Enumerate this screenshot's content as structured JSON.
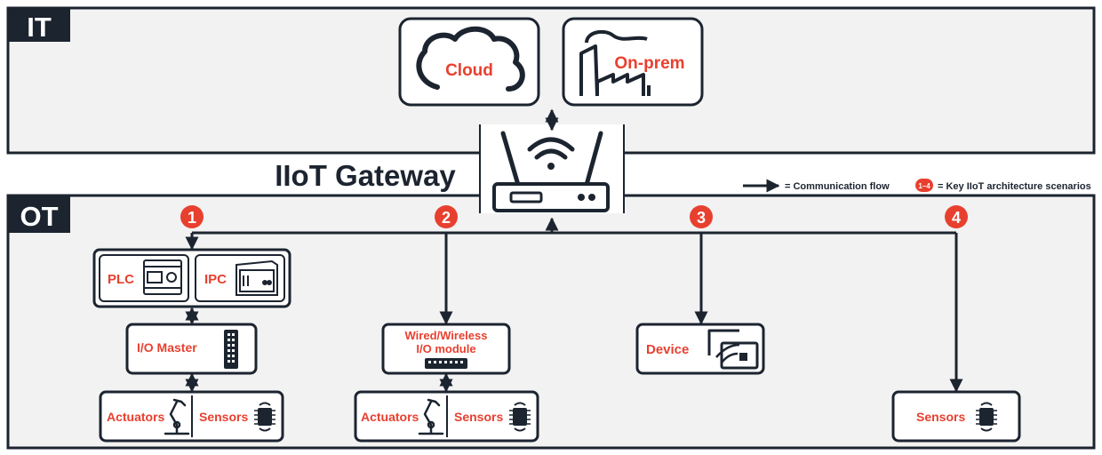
{
  "it": {
    "label": "IT"
  },
  "ot": {
    "label": "OT"
  },
  "targets": {
    "cloud": "Cloud",
    "onprem": "On-prem"
  },
  "gateway": {
    "label": "IIoT Gateway"
  },
  "legend": {
    "flow_text": "= Communication flow",
    "badge_text": "1–4",
    "scenarios_text": "= Key IIoT architecture scenarios"
  },
  "scenarios": [
    "1",
    "2",
    "3",
    "4"
  ],
  "s1": {
    "plc": "PLC",
    "ipc": "IPC",
    "io_master": "I/O Master",
    "actuators": "Actuators",
    "sensors": "Sensors"
  },
  "s2": {
    "module_line1": "Wired/Wireless",
    "module_line2": "I/O module",
    "actuators": "Actuators",
    "sensors": "Sensors"
  },
  "s3": {
    "device": "Device"
  },
  "s4": {
    "sensors": "Sensors"
  },
  "colors": {
    "red": "#e8402f",
    "dark": "#1c2430",
    "panel": "#f2f2f2"
  }
}
